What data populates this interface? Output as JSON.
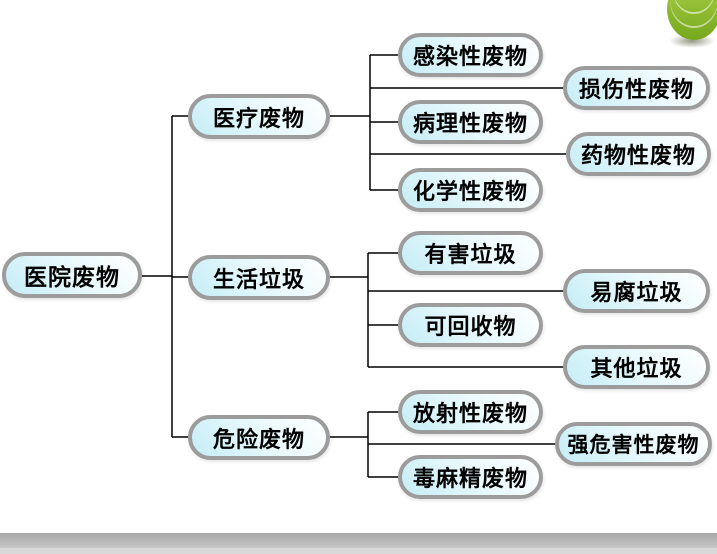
{
  "tree": {
    "root": {
      "label": "医院废物"
    },
    "branches": [
      {
        "label": "医疗废物",
        "children": [
          {
            "label": "感染性废物"
          },
          {
            "label": "损伤性废物"
          },
          {
            "label": "病理性废物"
          },
          {
            "label": "药物性废物"
          },
          {
            "label": "化学性废物"
          }
        ]
      },
      {
        "label": "生活垃圾",
        "children": [
          {
            "label": "有害垃圾"
          },
          {
            "label": "易腐垃圾"
          },
          {
            "label": "可回收物"
          },
          {
            "label": "其他垃圾"
          }
        ]
      },
      {
        "label": "危险废物",
        "children": [
          {
            "label": "放射性废物"
          },
          {
            "label": "强危害性废物"
          },
          {
            "label": "毒麻精废物"
          }
        ]
      }
    ]
  },
  "colors": {
    "node_fill_start": "#c6edf6",
    "node_fill_end": "#feffff",
    "node_border": "#9c9c9c",
    "connector": "#000000",
    "footer_top": "#a6a6a6",
    "footer_bottom": "#c8c8c8",
    "footer_strip": "#d9d9d9",
    "decoration_green": "#8cba2e"
  }
}
